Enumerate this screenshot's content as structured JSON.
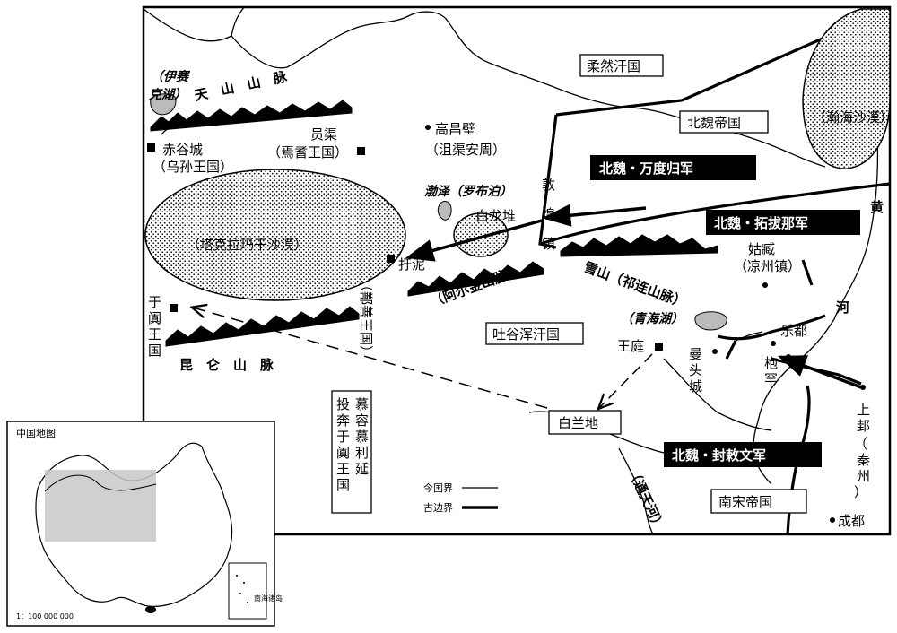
{
  "map": {
    "places": {
      "rouran": "柔然汗国",
      "northern_wei": "北魏帝国",
      "hanhai": "（瀚海沙漠）",
      "yisaike": "（伊赛",
      "yisaike2": "克湖）",
      "tianshan": "天　山　山　脉",
      "chigu": "赤谷城",
      "wusun": "（乌孙王国）",
      "yuanqu": "员渠",
      "yanqi": "（焉耆王国）",
      "gaochang": "高昌壁",
      "juqu": "（沮渠安周）",
      "puze": "渤泽（罗布泊）",
      "bailongdui": "白龙堆",
      "dunhuang": "敦煌镇",
      "taklamakan": "（塔克拉玛干沙漠）",
      "yuni": "扜泥",
      "shanshan": "（鄯善王国）",
      "altun": "（阿尔金山脉）",
      "xueshan": "雪山（祁连山脉）",
      "guzang": "姑臧",
      "liangzhou": "（凉州镇）",
      "yutian": "于阗王国",
      "kunlun": "昆　仑　山　脉",
      "tuyuhun": "吐谷浑汗国",
      "qinghai": "（青海湖）",
      "wangting": "王庭",
      "mantou": "曼头城",
      "ledu": "乐都",
      "baohan": "枹罕",
      "shanggui": "上邽",
      "qinzhou": "（秦州）",
      "bailan": "白兰地",
      "tongtian": "（通天河）",
      "southern_song": "南宋帝国",
      "chengdu": "成都",
      "huang": "黄",
      "he": "河"
    },
    "armies": {
      "wan": "北魏・万度归军",
      "tuoba": "北魏・拓拔那军",
      "feng": "北魏・封敕文军"
    },
    "escape": "慕容慕利延投奔于阗王国",
    "legend": {
      "modern": "今国界",
      "ancient": "古边界"
    }
  },
  "inset": {
    "title": "中国地图",
    "scale": "1：100 000 000",
    "sea": "南海诸岛"
  }
}
